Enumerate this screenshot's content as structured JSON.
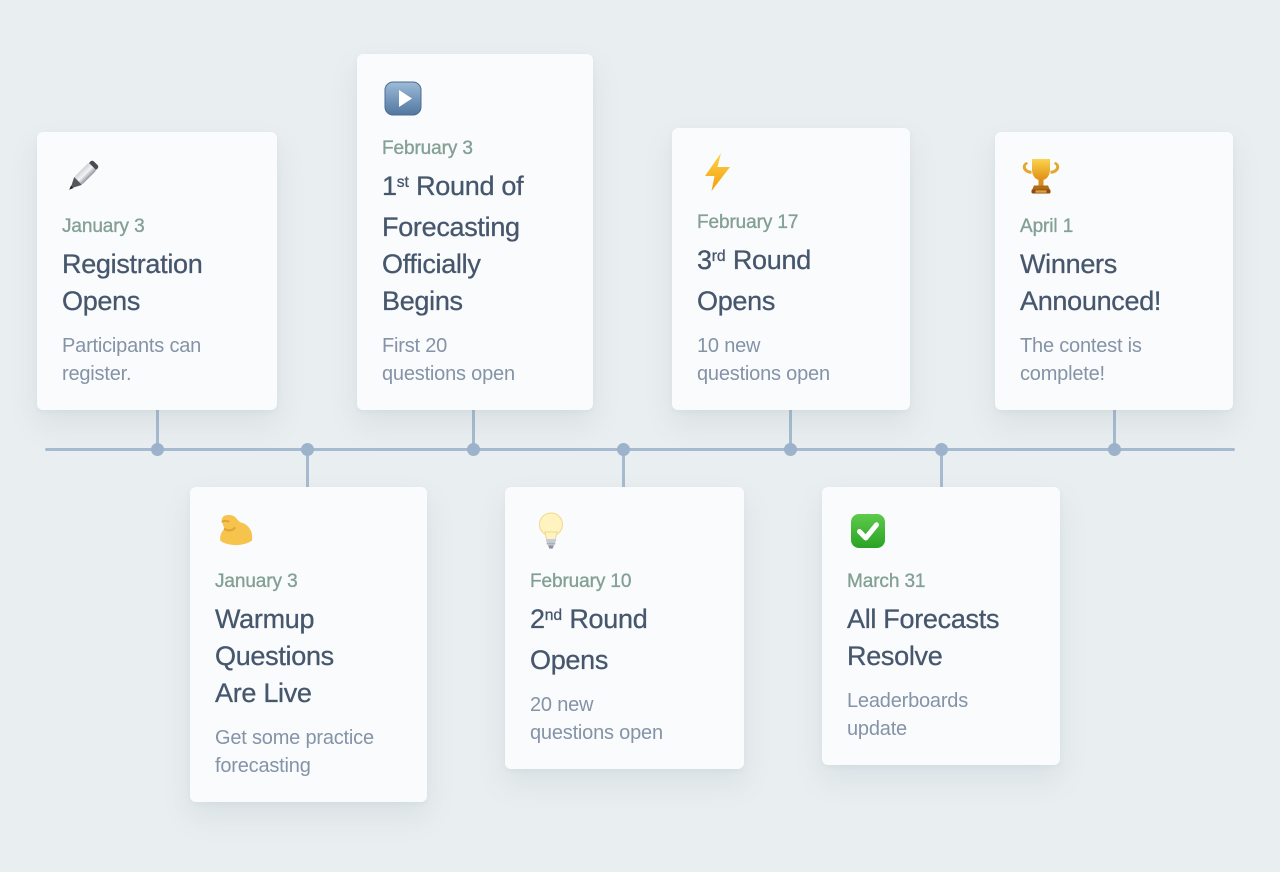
{
  "canvas": {
    "background": "#e9eef0"
  },
  "timeline": {
    "line_color": "#a6bad0",
    "dot_color": "#9db3cc",
    "date_color": "#84a094",
    "title_color": "#46576d",
    "description_color": "#8493a7",
    "card_background": "#fafbfc"
  },
  "events": [
    {
      "icon": "pen",
      "side": "top",
      "date": "January 3",
      "title_lines": [
        "Registration",
        "Opens"
      ],
      "description_lines": [
        "Participants can",
        "register."
      ]
    },
    {
      "icon": "flexed-biceps",
      "side": "bottom",
      "date": "January 3",
      "title_lines": [
        "Warmup",
        "Questions",
        "Are Live"
      ],
      "description_lines": [
        "Get some practice",
        "forecasting"
      ]
    },
    {
      "icon": "play-button",
      "side": "top",
      "date": "February 3",
      "title_lines": [
        "1{st} Round of",
        "Forecasting",
        "Officially",
        "Begins"
      ],
      "description_lines": [
        "First 20",
        "questions open"
      ]
    },
    {
      "icon": "light-bulb",
      "side": "bottom",
      "date": "February 10",
      "title_lines": [
        "2{nd} Round",
        "Opens"
      ],
      "description_lines": [
        "20 new",
        "questions open"
      ]
    },
    {
      "icon": "high-voltage",
      "side": "top",
      "date": "February 17",
      "title_lines": [
        "3{rd} Round",
        "Opens"
      ],
      "description_lines": [
        "10 new",
        "questions open"
      ]
    },
    {
      "icon": "check-mark",
      "side": "bottom",
      "date": "March 31",
      "title_lines": [
        "All Forecasts",
        "Resolve"
      ],
      "description_lines": [
        "Leaderboards",
        "update"
      ]
    },
    {
      "icon": "trophy",
      "side": "top",
      "date": "April 1",
      "title_lines": [
        "Winners",
        "Announced!"
      ],
      "description_lines": [
        "The contest is",
        "complete!"
      ]
    }
  ]
}
